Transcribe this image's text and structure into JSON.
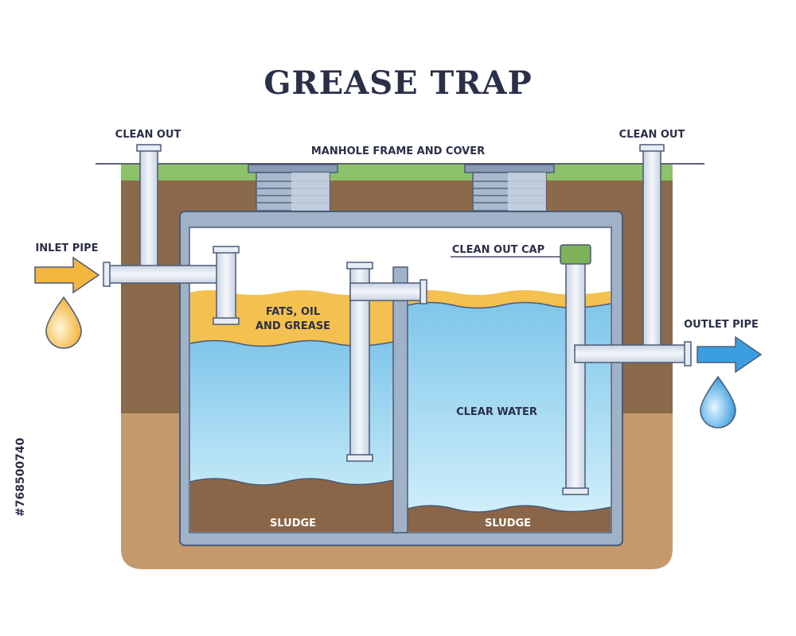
{
  "title": "GREASE TRAP",
  "labels": {
    "clean_out_left": "CLEAN OUT",
    "clean_out_right": "CLEAN OUT",
    "manhole": "MANHOLE FRAME AND COVER",
    "inlet_pipe": "INLET PIPE",
    "outlet_pipe": "OUTLET PIPE",
    "clean_out_cap": "CLEAN OUT CAP",
    "fog_line1": "FATS, OIL",
    "fog_line2": "AND GREASE",
    "clear_water": "CLEAR WATER",
    "sludge_left": "SLUDGE",
    "sludge_right": "SLUDGE"
  },
  "watermark_id": "#768500740",
  "colors": {
    "grass": "#8cc26a",
    "soil_dark": "#8b6a4b",
    "soil_light": "#c49a6c",
    "tank_wall": "#9fb2c8",
    "tank_outline": "#4b5b78",
    "water": "#a9def2",
    "grease": "#f4c04f",
    "sludge": "#8a6547",
    "pipe": "#e7edf6",
    "cap": "#7db15a",
    "arrow_in": "#f3b63e",
    "arrow_out": "#3b9ee0"
  },
  "icons": [
    "inlet-arrow-icon",
    "oil-drop-icon",
    "outlet-arrow-icon",
    "water-drop-icon"
  ]
}
